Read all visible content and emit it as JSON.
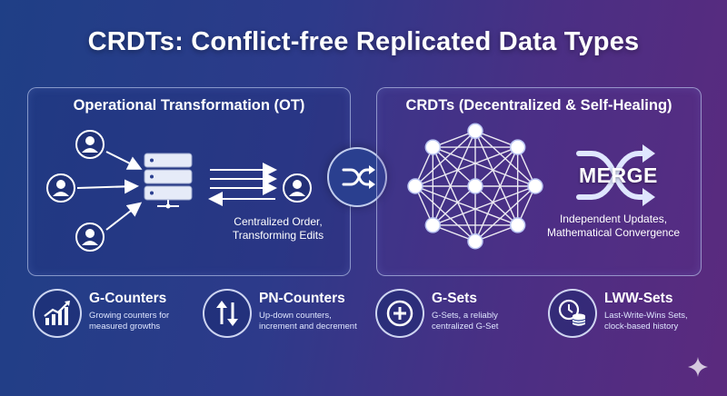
{
  "title": "CRDTs: Conflict-free Replicated Data Types",
  "ot_panel": {
    "title": "Operational Transformation (OT)",
    "caption_line1": "Centralized Order,",
    "caption_line2": "Transforming Edits",
    "icons": [
      "user-icon",
      "server-icon",
      "arrow-right-icon",
      "arrow-left-icon"
    ]
  },
  "crdt_panel": {
    "title": "CRDTs (Decentralized & Self-Healing)",
    "merge_label": "MERGE",
    "caption_line1": "Independent Updates,",
    "caption_line2": "Mathematical Convergence",
    "icons": [
      "mesh-network-icon",
      "shuffle-icon"
    ]
  },
  "center_icon": "shuffle-icon",
  "types": [
    {
      "name": "G-Counters",
      "desc_line1": "Growing counters for",
      "desc_line2": "measured growths",
      "icon": "trend-chart-icon"
    },
    {
      "name": "PN-Counters",
      "desc_line1": "Up-down counters,",
      "desc_line2": "increment and decrement",
      "icon": "up-down-arrows-icon"
    },
    {
      "name": "G-Sets",
      "desc_line1": "G-Sets, a reliably",
      "desc_line2": "centralized G-Set",
      "icon": "plus-circle-icon"
    },
    {
      "name": "LWW-Sets",
      "desc_line1": "Last-Write-Wins Sets,",
      "desc_line2": "clock-based history",
      "icon": "clock-database-icon"
    }
  ],
  "colors": {
    "background_left": "#1f3f86",
    "background_right": "#5b2a7e",
    "panel_border": "#bec9f0",
    "text": "#ffffff"
  },
  "watermark_icon": "sparkle-icon"
}
